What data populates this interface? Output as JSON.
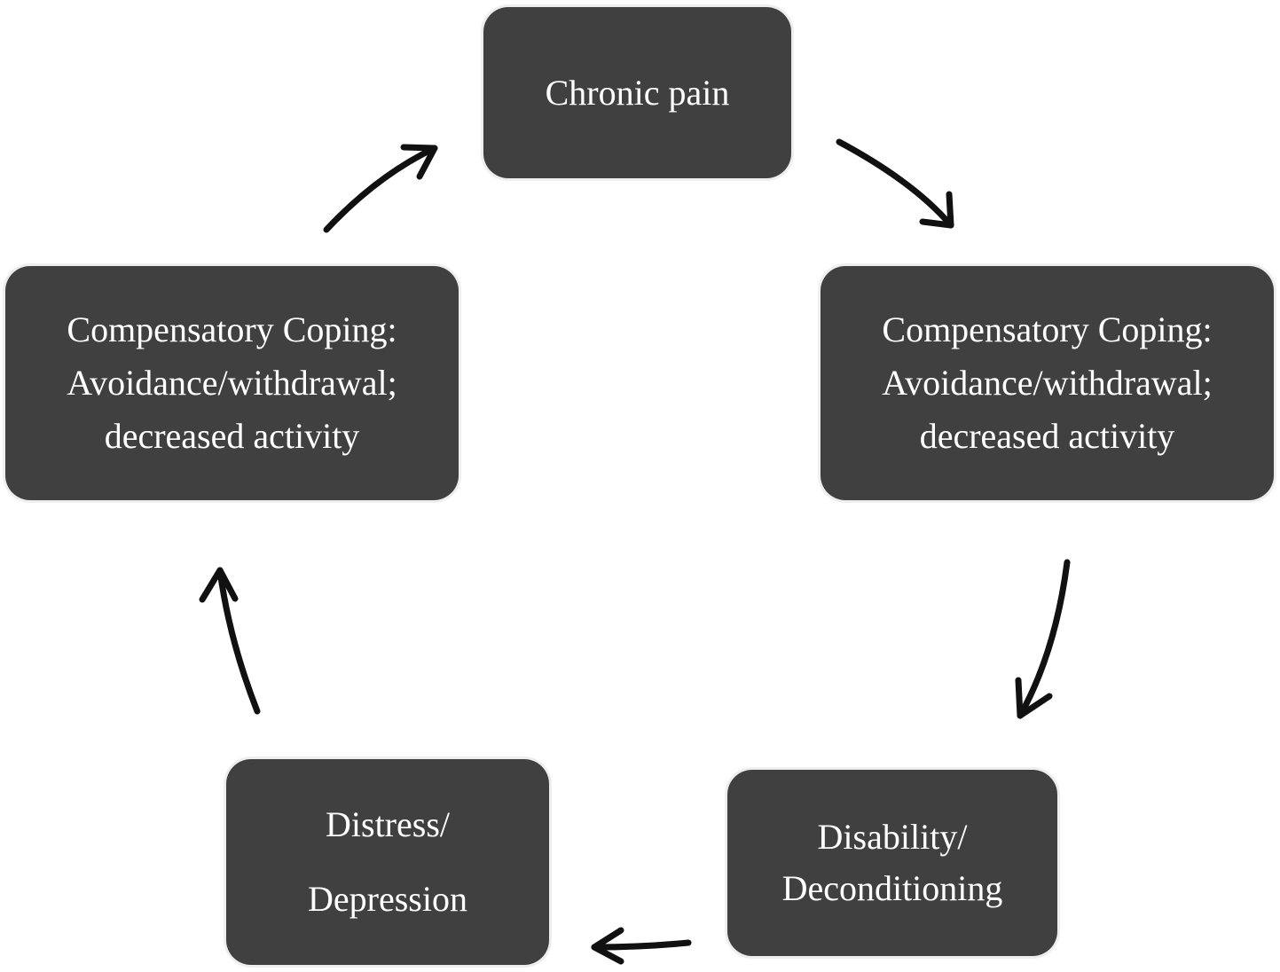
{
  "diagram": {
    "nodes": {
      "chronic_pain": {
        "lines": [
          "Chronic pain"
        ]
      },
      "coping_right": {
        "lines": [
          "Compensatory Coping:",
          "Avoidance/withdrawal;",
          "decreased activity"
        ]
      },
      "disability": {
        "lines": [
          "Disability/",
          "Deconditioning"
        ]
      },
      "distress": {
        "lines": [
          "Distress/",
          "Depression"
        ]
      },
      "coping_left": {
        "lines": [
          "Compensatory Coping:",
          "Avoidance/withdrawal;",
          "decreased activity"
        ]
      }
    },
    "edges": [
      {
        "from": "chronic_pain",
        "to": "coping_right"
      },
      {
        "from": "coping_right",
        "to": "disability"
      },
      {
        "from": "disability",
        "to": "distress"
      },
      {
        "from": "distress",
        "to": "coping_left"
      },
      {
        "from": "coping_left",
        "to": "chronic_pain"
      }
    ],
    "colors": {
      "node_fill": "#404040",
      "node_text": "#ffffff",
      "arrow": "#111111",
      "background": "#ffffff"
    }
  }
}
